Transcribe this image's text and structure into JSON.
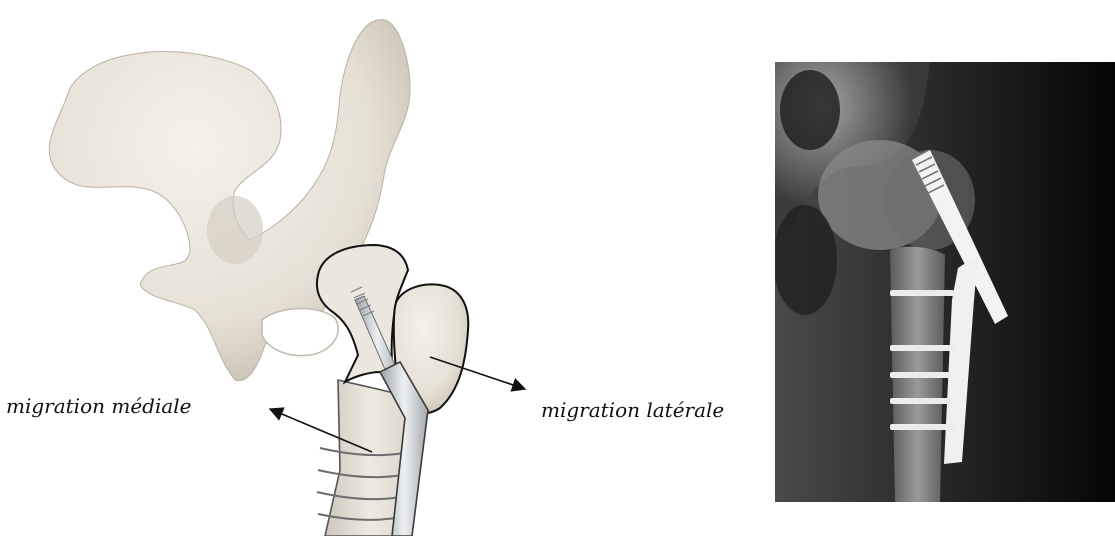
{
  "figure": {
    "left_panel": {
      "illustration": "hip-with-sliding-screw-plate",
      "labels": {
        "medial": "migration médiale",
        "lateral": "migration latérale"
      }
    },
    "right_panel": {
      "image": "hip-radiograph-with-implant"
    },
    "colors": {
      "bone": "#e9e4da",
      "bone_shadow": "#c9c2b5",
      "implant": "#d8dadd",
      "xray_dark": "#0a0a0a",
      "xray_bone": "#8e8e8e",
      "xray_implant": "#f2f2f2"
    }
  }
}
